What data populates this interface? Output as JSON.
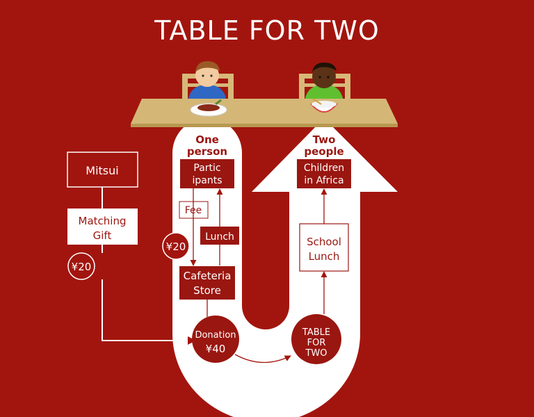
{
  "title": "TABLE FOR TWO",
  "colors": {
    "background": "#a2150e",
    "box_fill": "#9a1610",
    "white": "#ffffff",
    "table": "#d4b777"
  },
  "labels": {
    "one_person_line1": "One",
    "one_person_line2": "person",
    "two_people_line1": "Two",
    "two_people_line2": "people",
    "participants_line1": "Partic",
    "participants_line2": "ipants",
    "children_line1": "Children",
    "children_line2": "in Africa",
    "mitsui": "Mitsui",
    "matching_line1": "Matching",
    "matching_line2": "Gift",
    "yen20_left": "¥20",
    "fee": "Fee",
    "yen20_mid": "¥20",
    "lunch": "Lunch",
    "cafeteria_line1": "Cafeteria",
    "cafeteria_line2": "Store",
    "school_line1": "School",
    "school_line2": "Lunch",
    "donation_line1": "Donation",
    "donation_line2": "¥40",
    "tft_line1": "TABLE",
    "tft_line2": "FOR",
    "tft_line3": "TWO"
  },
  "icons": {
    "person1": "boy-eating-icon",
    "person2": "girl-eating-icon"
  }
}
